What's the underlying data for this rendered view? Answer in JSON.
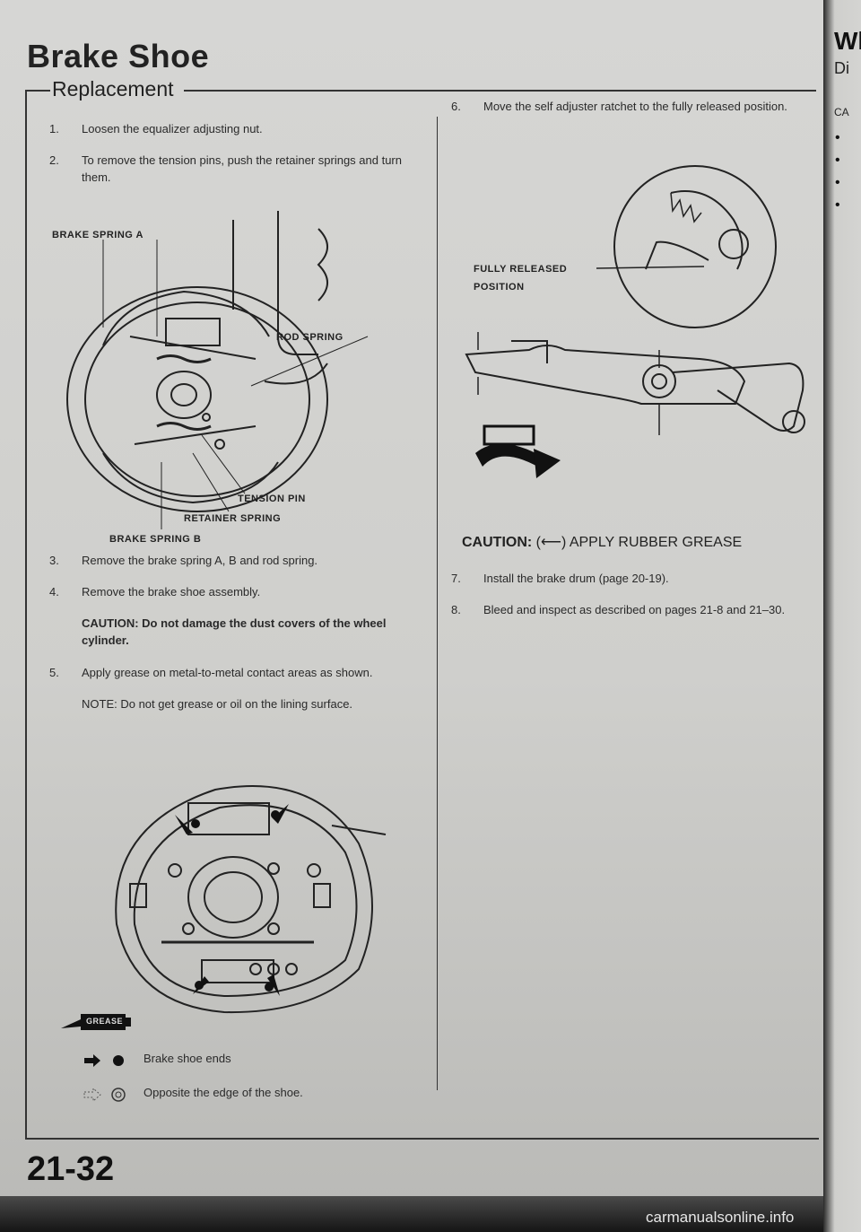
{
  "header": {
    "title": "Brake Shoe",
    "subtitle": "Replacement"
  },
  "left_steps": [
    {
      "num": "1.",
      "text": "Loosen the equalizer adjusting nut."
    },
    {
      "num": "2.",
      "text": "To remove the tension pins, push the retainer springs and turn them."
    },
    {
      "num": "3.",
      "text": "Remove the brake spring A, B and rod spring."
    },
    {
      "num": "4.",
      "text": "Remove the brake shoe assembly."
    },
    {
      "num": "5.",
      "text": "Apply grease on metal-to-metal contact areas as shown."
    }
  ],
  "left_caution": "CAUTION: Do not damage the dust covers of the wheel cylinder.",
  "left_note": "NOTE: Do not get grease or oil on the lining surface.",
  "figure1_labels": {
    "brake_spring_a": "BRAKE SPRING A",
    "rod_spring": "ROD SPRING",
    "tension_pin": "TENSION PIN",
    "retainer_spring": "RETAINER SPRING",
    "brake_spring_b": "BRAKE SPRING B"
  },
  "figure2": {
    "grease_tag": "GREASE"
  },
  "legend": [
    {
      "icon": "solid-arrow-dot-icon",
      "text": "Brake shoe ends"
    },
    {
      "icon": "outline-arrow-dot-icon",
      "text": "Opposite the edge of the shoe."
    }
  ],
  "right_steps": [
    {
      "num": "6.",
      "text": "Move the self adjuster ratchet to the fully released position."
    },
    {
      "num": "7.",
      "text": "Install the brake drum (page 20-19)."
    },
    {
      "num": "8.",
      "text": "Bleed and inspect as described on pages 21-8 and 21–30."
    }
  ],
  "figure3_labels": {
    "fully_released": "FULLY RELEASED",
    "position": "POSITION"
  },
  "right_caution": {
    "prefix": "CAUTION:",
    "symbol": "(⟵)",
    "text": "APPLY RUBBER GREASE"
  },
  "page_number": "21-32",
  "edge_text": {
    "w": "Wh",
    "d": "Di",
    "c": "CA",
    "bullet": "•"
  },
  "watermark": "carmanualsonline.info"
}
